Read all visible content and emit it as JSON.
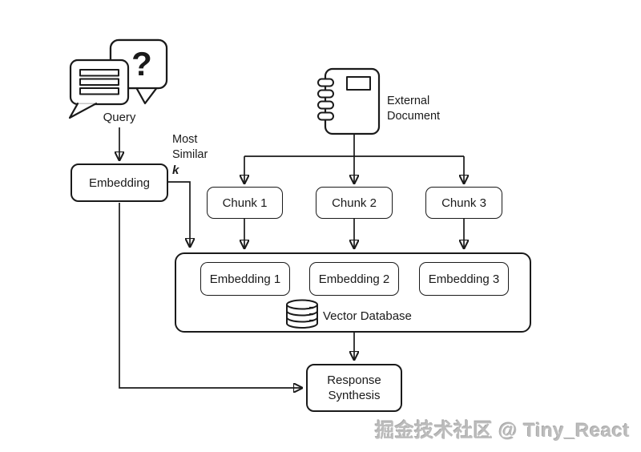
{
  "diagram": {
    "type": "flowchart",
    "question_mark": "?",
    "query_label": "Query",
    "embedding_label": "Embedding",
    "most_similar": {
      "line1": "Most",
      "line2": "Similar",
      "k_label": "k"
    },
    "external_document": {
      "line1": "External",
      "line2": "Document"
    },
    "chunks": [
      "Chunk 1",
      "Chunk 2",
      "Chunk 3"
    ],
    "embeddings": [
      "Embedding 1",
      "Embedding 2",
      "Embedding 3"
    ],
    "vector_database_label": "Vector Database",
    "response_synthesis": {
      "line1": "Response",
      "line2": "Synthesis"
    },
    "watermark": "掘金技术社区 @ Tiny_React",
    "edges": [
      "query -> embedding",
      "embedding -> vector-database (most similar k)",
      "embedding -> response-synthesis",
      "external-document -> chunk-1",
      "external-document -> chunk-2",
      "external-document -> chunk-3",
      "chunk-1 -> vector-database",
      "chunk-2 -> vector-database",
      "chunk-3 -> vector-database",
      "vector-database -> response-synthesis"
    ],
    "colors": {
      "stroke": "#1a1a1a",
      "background": "#ffffff",
      "watermark_gray": "#bcbcbc"
    }
  }
}
